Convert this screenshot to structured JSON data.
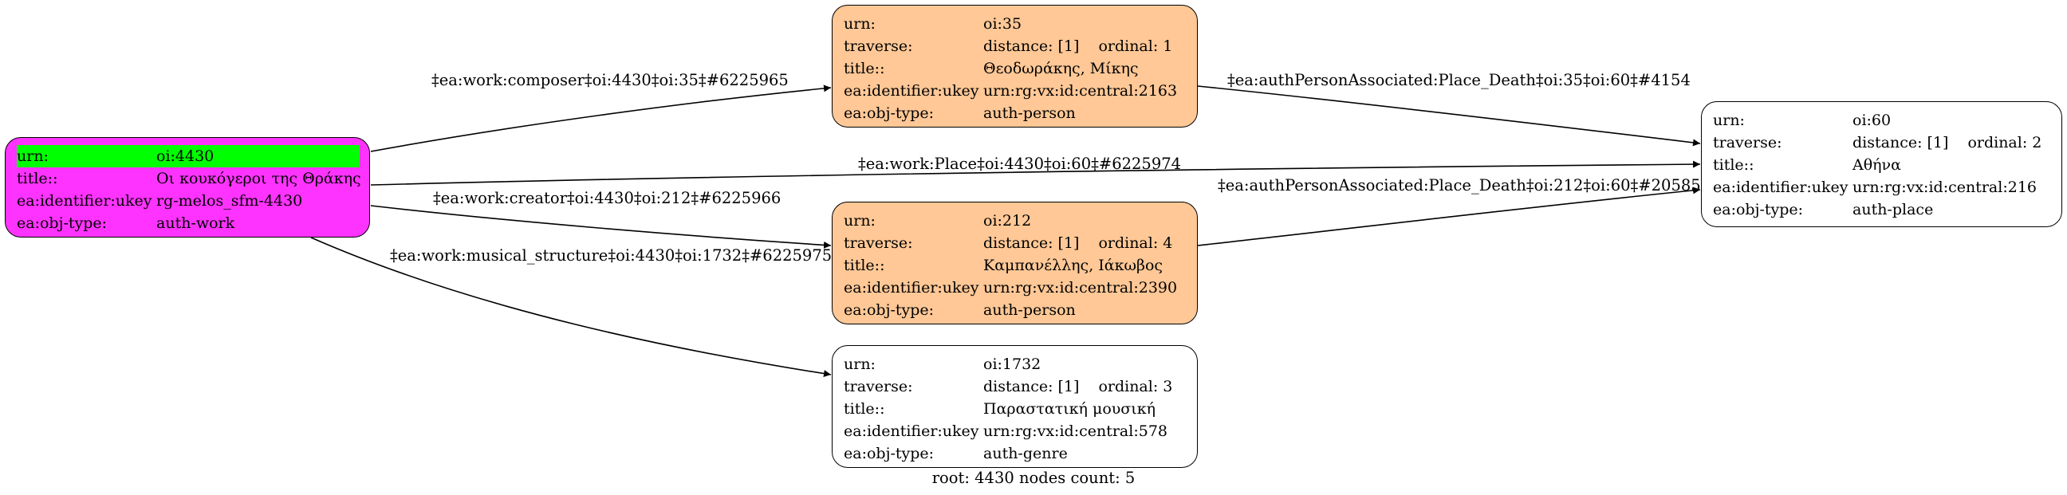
{
  "colors": {
    "work_fill": "#ff33ff",
    "highlight": "#00ff00",
    "person_fill": "#ffc896",
    "plain_fill": "#ffffff"
  },
  "nodes": {
    "work": {
      "urn_key": "urn:",
      "urn": "oi:4430",
      "title_key": "title::",
      "title": "Οι κουκόγεροι της Θράκης",
      "ukey_key": "ea:identifier:ukey",
      "ukey": "rg-melos_sfm-4430",
      "type_key": "ea:obj-type:",
      "type": "auth-work"
    },
    "composer": {
      "urn_key": "urn:",
      "urn": "oi:35",
      "traverse_key": "traverse:",
      "distance": "distance: [1]",
      "ordinal": "ordinal: 1",
      "title_key": "title::",
      "title": "Θεοδωράκης, Μίκης",
      "ukey_key": "ea:identifier:ukey",
      "ukey": "urn:rg:vx:id:central:2163",
      "type_key": "ea:obj-type:",
      "type": "auth-person"
    },
    "creator": {
      "urn_key": "urn:",
      "urn": "oi:212",
      "traverse_key": "traverse:",
      "distance": "distance: [1]",
      "ordinal": "ordinal: 4",
      "title_key": "title::",
      "title": "Καμπανέλλης, Ιάκωβος",
      "ukey_key": "ea:identifier:ukey",
      "ukey": "urn:rg:vx:id:central:2390",
      "type_key": "ea:obj-type:",
      "type": "auth-person"
    },
    "genre": {
      "urn_key": "urn:",
      "urn": "oi:1732",
      "traverse_key": "traverse:",
      "distance": "distance: [1]",
      "ordinal": "ordinal: 3",
      "title_key": "title::",
      "title": "Παραστατική μουσική",
      "ukey_key": "ea:identifier:ukey",
      "ukey": "urn:rg:vx:id:central:578",
      "type_key": "ea:obj-type:",
      "type": "auth-genre"
    },
    "place": {
      "urn_key": "urn:",
      "urn": "oi:60",
      "traverse_key": "traverse:",
      "distance": "distance: [1]",
      "ordinal": "ordinal: 2",
      "title_key": "title::",
      "title": "Αθήνα",
      "ukey_key": "ea:identifier:ukey",
      "ukey": "urn:rg:vx:id:central:216",
      "type_key": "ea:obj-type:",
      "type": "auth-place"
    }
  },
  "edges": {
    "composer": "‡ea:work:composer‡oi:4430‡oi:35‡#6225965",
    "place_work": "‡ea:work:Place‡oi:4430‡oi:60‡#6225974",
    "creator": "‡ea:work:creator‡oi:4430‡oi:212‡#6225966",
    "musical_structure": "‡ea:work:musical_structure‡oi:4430‡oi:1732‡#6225975",
    "death_35": "‡ea:authPersonAssociated:Place_Death‡oi:35‡oi:60‡#4154",
    "death_212": "‡ea:authPersonAssociated:Place_Death‡oi:212‡oi:60‡#20585"
  },
  "footer": "root: 4430 nodes count: 5"
}
